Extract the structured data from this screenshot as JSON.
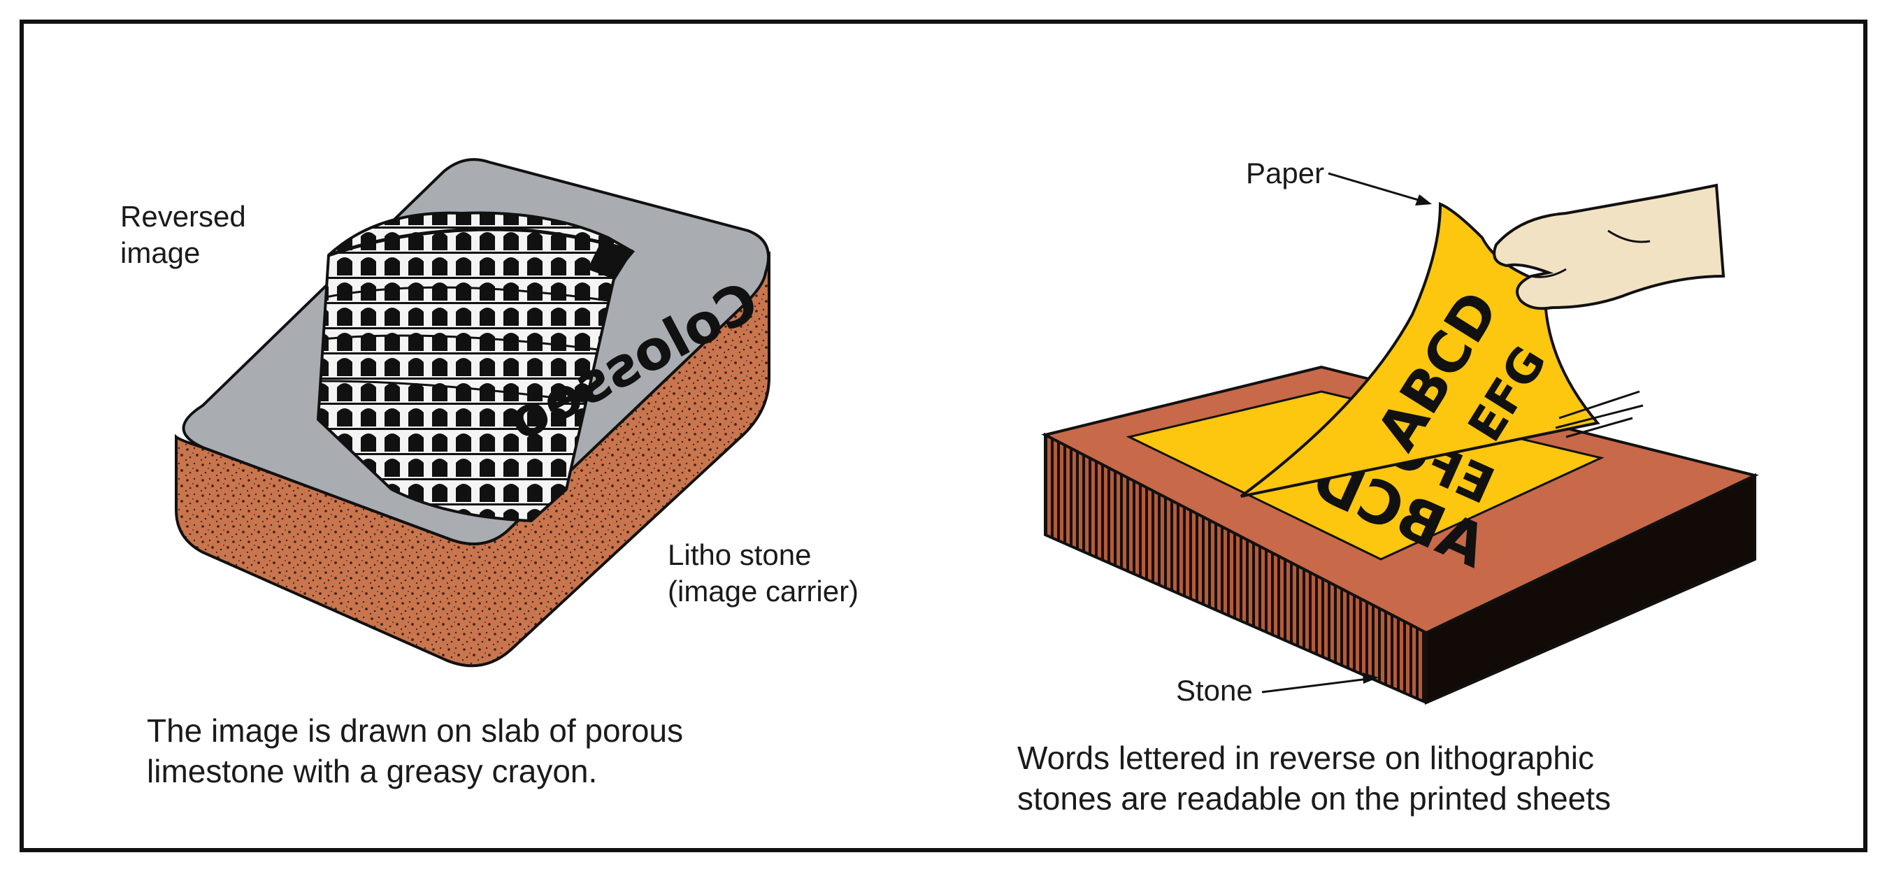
{
  "left_panel": {
    "label_reversed": [
      "Reversed",
      "image"
    ],
    "label_stone": [
      "Litho stone",
      "(image carrier)"
    ],
    "stone_word": "Colosseo",
    "caption": [
      "The image is drawn on slab of porous",
      "limestone with a greasy crayon."
    ]
  },
  "right_panel": {
    "label_paper": "Paper",
    "label_stone": "Stone",
    "paper_letters": [
      "ABCD",
      "EFG"
    ],
    "stone_letters": [
      "ABCD",
      "EFG"
    ],
    "caption": [
      "Words lettered in reverse on lithographic",
      "stones are readable on the printed sheets"
    ]
  },
  "colors": {
    "stone_top": "#a9acb1",
    "stone_side": "#c9754e",
    "brick": "#c8694a",
    "paper": "#fdc60f",
    "hand": "#f2e2c4",
    "ink": "#111111"
  }
}
